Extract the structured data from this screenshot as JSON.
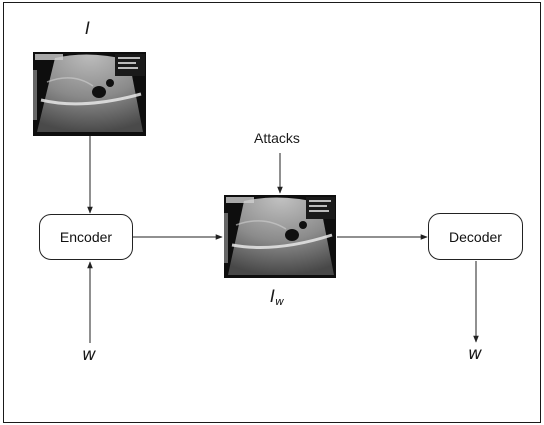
{
  "diagram": {
    "input_image_label": "I",
    "watermarked_image_label_base": "I",
    "watermarked_image_label_sub": "w",
    "watermark_in_label": "w",
    "watermark_out_label": "w",
    "attacks_label": "Attacks",
    "encoder_label": "Encoder",
    "decoder_label": "Decoder"
  },
  "images": {
    "input_image": "ultrasound-scan-image",
    "watermarked_image": "ultrasound-scan-image"
  }
}
